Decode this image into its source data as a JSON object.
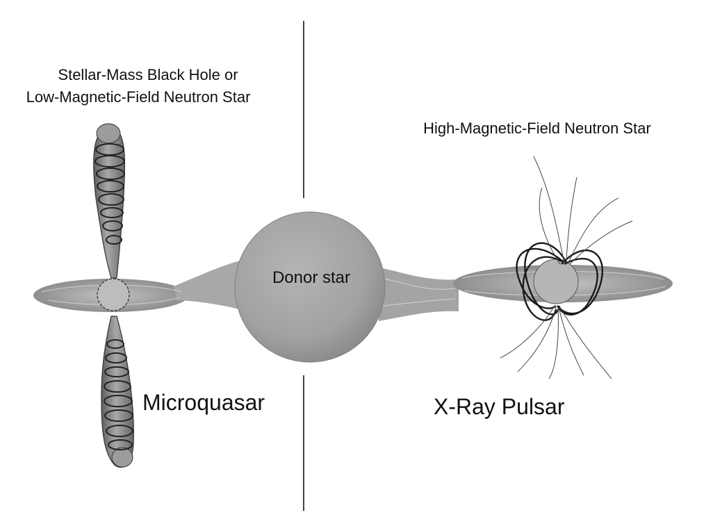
{
  "labels": {
    "black_hole_line1": "Stellar-Mass Black Hole or",
    "black_hole_line2": "Low-Magnetic-Field Neutron Star",
    "neutron_star": "High-Magnetic-Field Neutron Star",
    "donor": "Donor star",
    "microquasar": "Microquasar",
    "pulsar": "X-Ray Pulsar"
  },
  "colors": {
    "background": "#ffffff",
    "disk": "#9a9a9a",
    "star": "#a6a6a6",
    "jet": "#7c7c7c",
    "field_lines": "#333333",
    "divider": "#000000"
  }
}
